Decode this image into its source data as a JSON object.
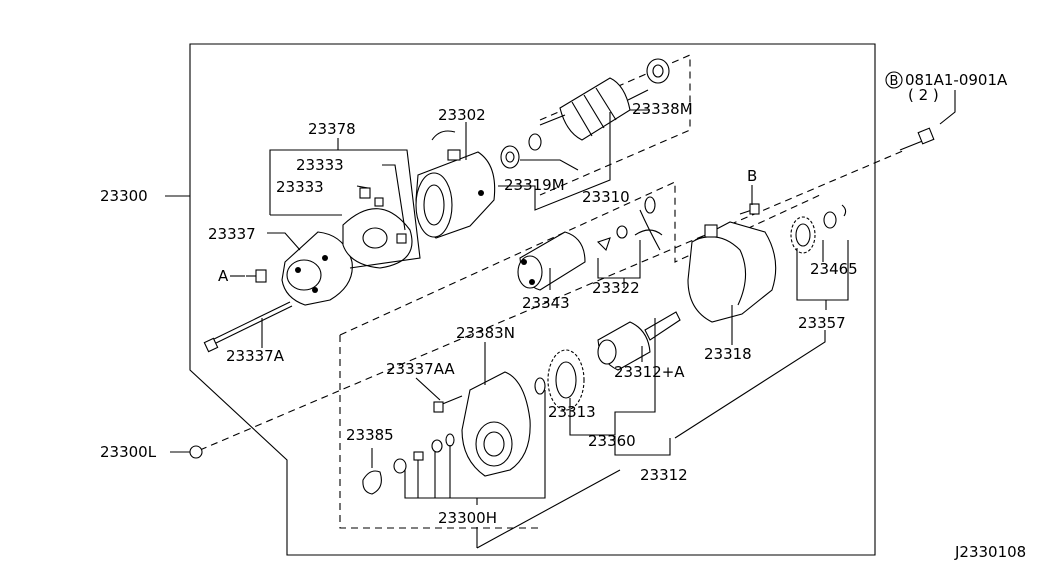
{
  "diagram_id": "J2330108",
  "bolt_callout": {
    "letter": "B",
    "part_no": "081A1-0901A",
    "qty": "( 2 )"
  },
  "labels": {
    "p23300": "23300",
    "p23378": "23378",
    "p23333a": "23333",
    "p23333b": "23333",
    "p23337": "23337",
    "markA": "A",
    "p23337A": "23337A",
    "p23302": "23302",
    "p23338M": "23338M",
    "p23319M": "23319M",
    "p23310": "23310",
    "markB": "B",
    "p23343": "23343",
    "p23322": "23322",
    "p23465": "23465",
    "p23357": "23357",
    "p23318": "23318",
    "p23383N": "23383N",
    "p23337AA": "23337AA",
    "p23312A": "23312+A",
    "p23313": "23313",
    "p23360": "23360",
    "p23385": "23385",
    "p23300L": "23300L",
    "p23312": "23312",
    "p23300H": "23300H"
  }
}
